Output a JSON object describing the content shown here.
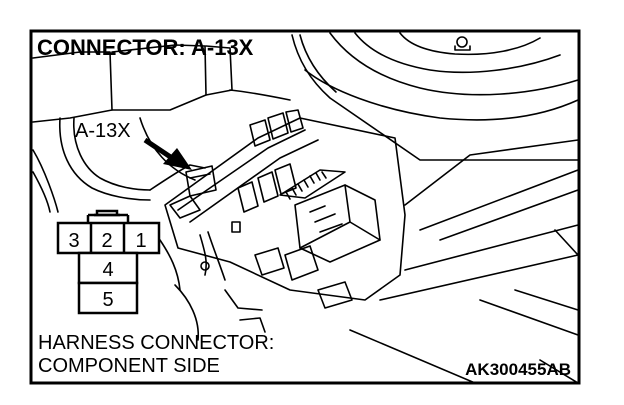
{
  "diagram": {
    "title": "CONNECTOR: A-13X",
    "callout": "A-13X",
    "pins": {
      "p1": "1",
      "p2": "2",
      "p3": "3",
      "p4": "4",
      "p5": "5"
    },
    "caption_line1": "HARNESS CONNECTOR:",
    "caption_line2": "COMPONENT SIDE",
    "figure_code": "AK300455AB",
    "colors": {
      "ink": "#000000",
      "paper": "#ffffff"
    }
  }
}
